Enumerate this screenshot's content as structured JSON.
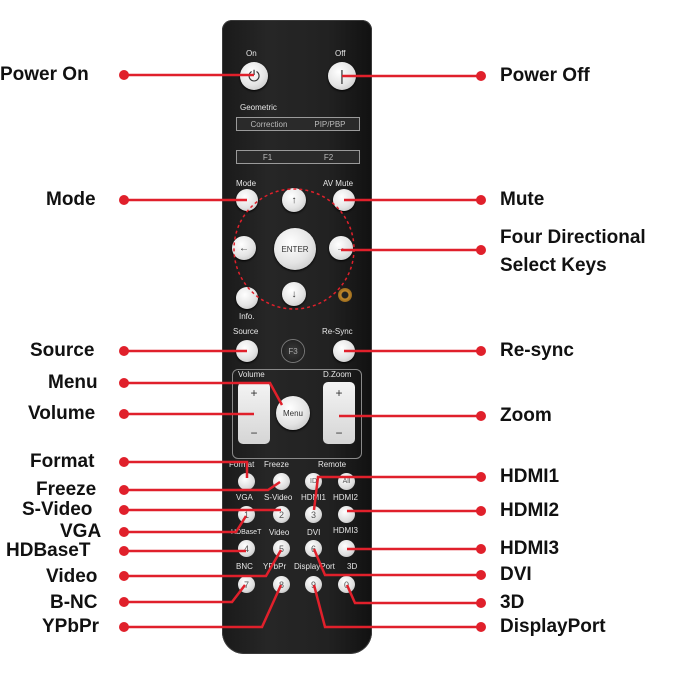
{
  "colors": {
    "line": "#e0202b",
    "remote_body": "#1f1f1f",
    "button": "#e9e9e9",
    "text": "#111111"
  },
  "labels_left": [
    {
      "id": "power-on",
      "text": "Power On"
    },
    {
      "id": "mode",
      "text": "Mode"
    },
    {
      "id": "source",
      "text": "Source"
    },
    {
      "id": "menu",
      "text": "Menu"
    },
    {
      "id": "volume",
      "text": "Volume"
    },
    {
      "id": "format",
      "text": "Format"
    },
    {
      "id": "freeze",
      "text": "Freeze"
    },
    {
      "id": "s-video",
      "text": "S-Video"
    },
    {
      "id": "vga",
      "text": "VGA"
    },
    {
      "id": "hdbaset",
      "text": "HDBaseT"
    },
    {
      "id": "video",
      "text": "Video"
    },
    {
      "id": "b-nc",
      "text": "B-NC"
    },
    {
      "id": "ypbpr",
      "text": "YPbPr"
    }
  ],
  "labels_right": [
    {
      "id": "power-off",
      "text": "Power Off"
    },
    {
      "id": "mute",
      "text": "Mute"
    },
    {
      "id": "four-directional-1",
      "text": "Four Directional"
    },
    {
      "id": "four-directional-2",
      "text": "Select Keys"
    },
    {
      "id": "re-sync",
      "text": "Re-sync"
    },
    {
      "id": "zoom",
      "text": "Zoom"
    },
    {
      "id": "hdmi1",
      "text": "HDMI1"
    },
    {
      "id": "hdmi2",
      "text": "HDMI2"
    },
    {
      "id": "hdmi3",
      "text": "HDMI3"
    },
    {
      "id": "dvi",
      "text": "DVI"
    },
    {
      "id": "3d",
      "text": "3D"
    },
    {
      "id": "displayport",
      "text": "DisplayPort"
    }
  ],
  "remote": {
    "on": "On",
    "off": "Off",
    "geometric": "Geometric",
    "correction": "Correction",
    "pip_pbp": "PIP/PBP",
    "f1": "F1",
    "f2": "F2",
    "mode": "Mode",
    "av_mute": "AV Mute",
    "enter": "ENTER",
    "info": "Info.",
    "source": "Source",
    "f3": "F3",
    "re_sync": "Re-Sync",
    "volume": "Volume",
    "d_zoom": "D.Zoom",
    "menu": "Menu",
    "plus": "+",
    "minus": "−",
    "format": "Format",
    "freeze": "Freeze",
    "remote": "Remote",
    "id": "ID",
    "all": "All",
    "vga": "VGA",
    "s_video": "S-Video",
    "hdmi1": "HDMI1",
    "hdmi2": "HDMI2",
    "hdbaset": "HDBaseT",
    "video": "Video",
    "dvi": "DVI",
    "hdmi3": "HDMI3",
    "bnc": "BNC",
    "ypbpr": "YPbPr",
    "displayport": "DisplayPort",
    "three_d": "3D",
    "n1": "1",
    "n2": "2",
    "n3": "3",
    "n4": "4",
    "n5": "5",
    "n6": "6",
    "n7": "7",
    "n8": "8",
    "n9": "9",
    "n0": "0"
  }
}
